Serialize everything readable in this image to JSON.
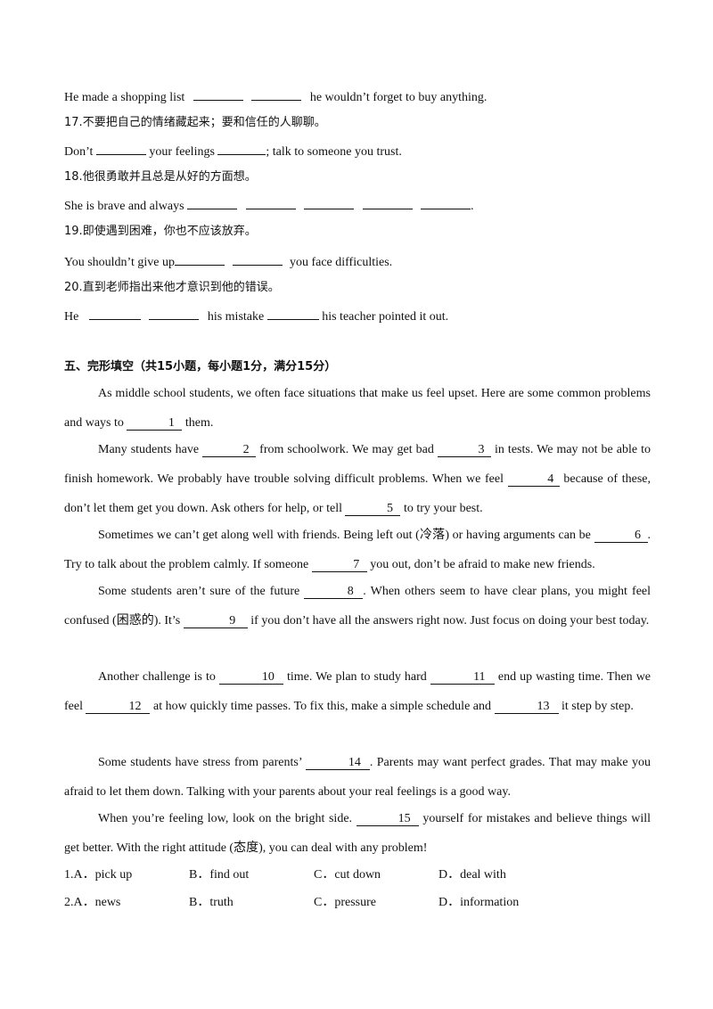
{
  "q16": {
    "prefix": "He made a shopping list",
    "suffix": "he wouldn’t forget to buy anything."
  },
  "q17": {
    "num": "17.",
    "zh": "不要把自己的情绪藏起来；要和信任的人聊聊。",
    "en_a": "Don’t",
    "en_b": "your feelings",
    "en_c": "; talk to someone you trust."
  },
  "q18": {
    "num": "18.",
    "zh": "他很勇敢并且总是从好的方面想。",
    "en_a": "She is brave and always",
    "en_end": "."
  },
  "q19": {
    "num": "19.",
    "zh": "即使遇到困难，你也不应该放弃。",
    "en_a": "You shouldn’t give up",
    "en_b": "you face difficulties."
  },
  "q20": {
    "num": "20.",
    "zh": "直到老师指出来他才意识到他的错误。",
    "en_a": "He",
    "en_b": "his mistake",
    "en_c": "his teacher pointed it out."
  },
  "section5": {
    "title": "五、完形填空（共15小题，每小题1分，满分15分）"
  },
  "passage": {
    "p1a": "As middle school students, we often face situations that make us feel upset. Here are some common problems and ways to",
    "p1b": "them.",
    "p2a": "Many students have",
    "p2b": "from schoolwork. We may get bad",
    "p2c": "in tests. We may not be able to finish homework. We probably have trouble solving difficult problems. When we feel",
    "p2d": "because of these, don’t let them get you down. Ask others for help, or tell",
    "p2e": "to try your best.",
    "p3a": "Sometimes we can’t get along well with friends. Being left out (冷落) or having arguments can be",
    "p3b": ". Try to talk about the problem calmly. If someone",
    "p3c": "you out, don’t be afraid to make new friends.",
    "p4a": "Some students aren’t sure of the future",
    "p4b": ". When others seem to have clear plans, you might feel confused (困惑的). It’s",
    "p4c": "if you don’t have all the answers right now. Just focus on doing your best today.",
    "p5a": "Another challenge is to",
    "p5b": "time. We plan to study hard",
    "p5c": "end up wasting time. Then we feel",
    "p5d": "at how quickly time passes. To fix this, make a simple schedule and",
    "p5e": "it step by step.",
    "p6a": "Some students have stress from parents’",
    "p6b": ". Parents may want perfect grades. That may make you afraid to let them down. Talking with your parents about your real feelings is a good way.",
    "p7a": "When you’re feeling low, look on the bright side.",
    "p7b": "yourself for mistakes and believe things will get better. With the right attitude (态度), you can deal with any problem!",
    "blanks": [
      "1",
      "2",
      "3",
      "4",
      "5",
      "6",
      "7",
      "8",
      "9",
      "10",
      "11",
      "12",
      "13",
      "14",
      "15"
    ]
  },
  "options": [
    {
      "num": "1.",
      "A": "A．pick up",
      "B": "B．find out",
      "C": "C．cut down",
      "D": "D．deal with"
    },
    {
      "num": "2.",
      "A": "A．news",
      "B": "B．truth",
      "C": "C．pressure",
      "D": "D．information"
    }
  ]
}
